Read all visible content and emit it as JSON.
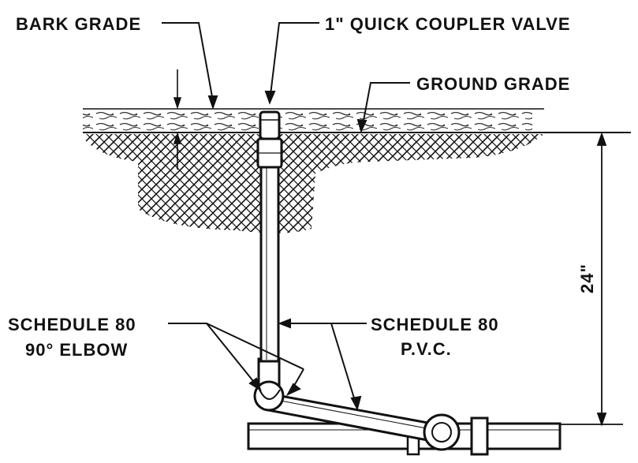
{
  "labels": {
    "bark_grade": "BARK GRADE",
    "quick_coupler": "1\" QUICK COUPLER VALVE",
    "ground_grade": "GROUND GRADE",
    "depth": "24\"",
    "elbow_line1": "SCHEDULE 80",
    "elbow_line2": "90° ELBOW",
    "pvc_line1": "SCHEDULE 80",
    "pvc_line2": "P.V.C."
  },
  "colors": {
    "ink": "#111111",
    "paper": "#ffffff"
  }
}
